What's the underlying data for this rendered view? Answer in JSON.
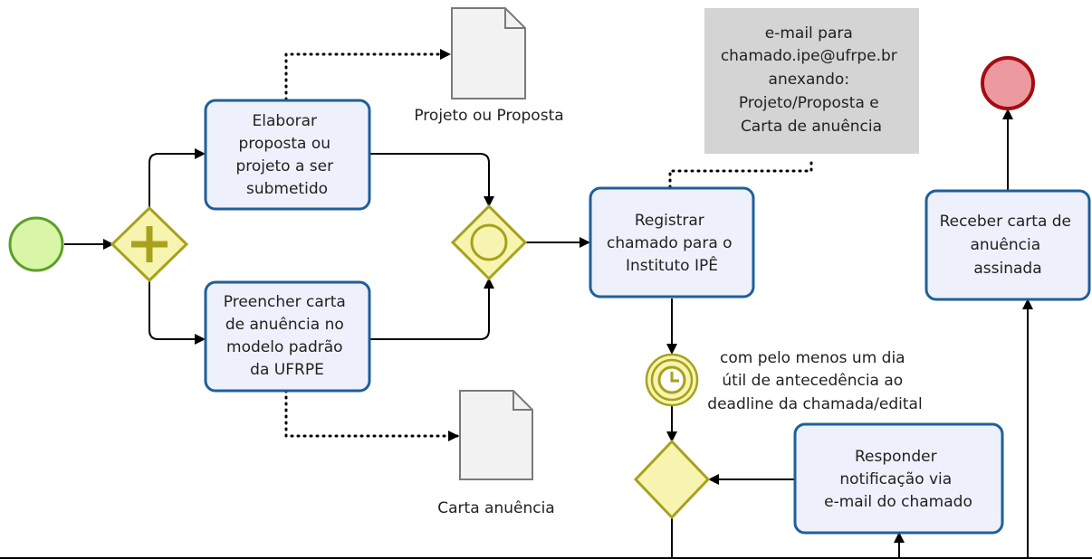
{
  "colors": {
    "task_fill": "#eef0fb",
    "task_stroke": "#1f5f9a",
    "start_fill": "#d9f5a6",
    "start_stroke": "#5aa02c",
    "end_fill": "#ec9aa0",
    "end_stroke": "#a40c12",
    "gateway_fill": "#f7f4b0",
    "gateway_stroke": "#a6a21d",
    "note_fill": "#d4d4d4",
    "document_fill": "#f2f2f2",
    "document_stroke": "#7a7a7a"
  },
  "tasks": {
    "elaborar": [
      "Elaborar",
      "proposta ou",
      "projeto a ser",
      "submetido"
    ],
    "preencher": [
      "Preencher carta",
      "de anuência no",
      "modelo padrão",
      "da UFRPE"
    ],
    "registrar": [
      "Registrar",
      "chamado para o",
      "Instituto IPÊ"
    ],
    "receber": [
      "Receber carta de",
      "anuência",
      "assinada"
    ],
    "responder": [
      "Responder",
      "notificação via",
      "e-mail do chamado"
    ]
  },
  "documents": {
    "projeto": "Projeto ou Proposta",
    "carta": "Carta anuência"
  },
  "note": [
    "e-mail para",
    "chamado.ipe@ufrpe.br",
    "anexando:",
    "Projeto/Proposta e",
    "Carta de anuência"
  ],
  "timer_label": [
    "com pelo menos um dia",
    "útil de antecedência ao",
    "deadline da chamada/edital"
  ]
}
